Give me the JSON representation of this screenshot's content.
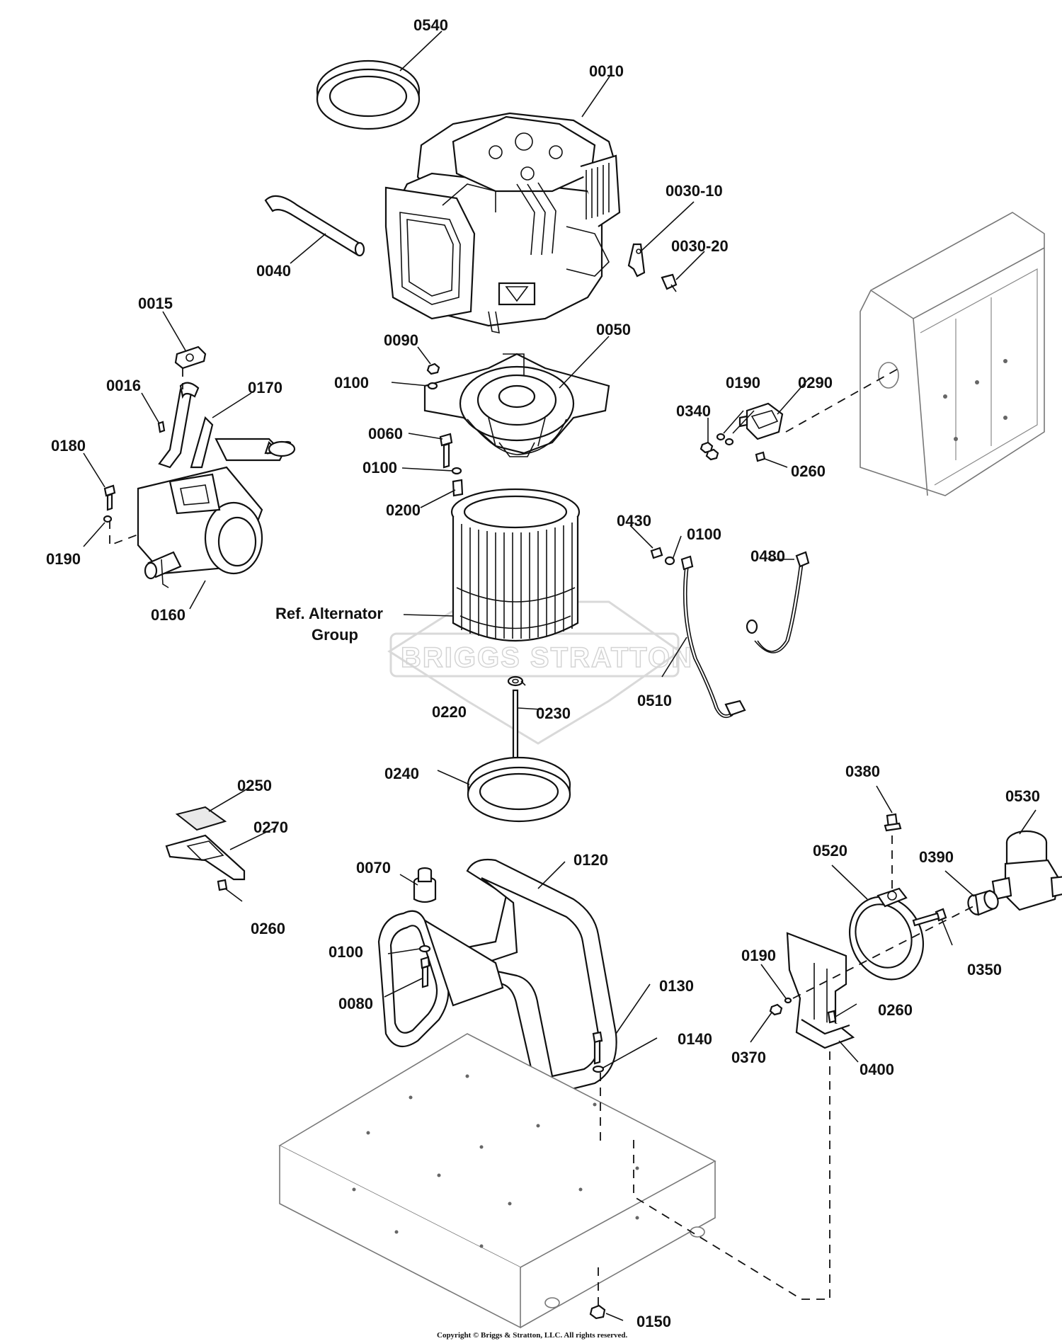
{
  "labels": {
    "p0540": "0540",
    "p0010": "0010",
    "p0030_10": "0030-10",
    "p0030_20": "0030-20",
    "p0040": "0040",
    "p0015": "0015",
    "p0016": "0016",
    "p0170": "0170",
    "p0180": "0180",
    "p0190_a": "0190",
    "p0160": "0160",
    "p0090": "0090",
    "p0050": "0050",
    "p0100_a": "0100",
    "p0060": "0060",
    "p0100_b": "0100",
    "p0200": "0200",
    "p0190_b": "0190",
    "p0290": "0290",
    "p0340": "0340",
    "p0260_a": "0260",
    "p0430": "0430",
    "p0100_c": "0100",
    "p0480": "0480",
    "p0510": "0510",
    "ref_alt_line1": "Ref. Alternator",
    "ref_alt_line2": "Group",
    "p0220": "0220",
    "p0230": "0230",
    "p0240": "0240",
    "p0250": "0250",
    "p0270": "0270",
    "p0260_b": "0260",
    "p0070": "0070",
    "p0120": "0120",
    "p0100_d": "0100",
    "p0080": "0080",
    "p0130": "0130",
    "p0140": "0140",
    "p0150": "0150",
    "p0380": "0380",
    "p0530": "0530",
    "p0520": "0520",
    "p0390": "0390",
    "p0350": "0350",
    "p0190_c": "0190",
    "p0260_c": "0260",
    "p0370": "0370",
    "p0400": "0400"
  },
  "watermark": "BRIGGS STRATTON",
  "copyright": "Copyright © Briggs & Stratton, LLC. All rights reserved.",
  "colors": {
    "line": "#111111",
    "background": "#ffffff",
    "watermark": "#d4d4d4"
  }
}
